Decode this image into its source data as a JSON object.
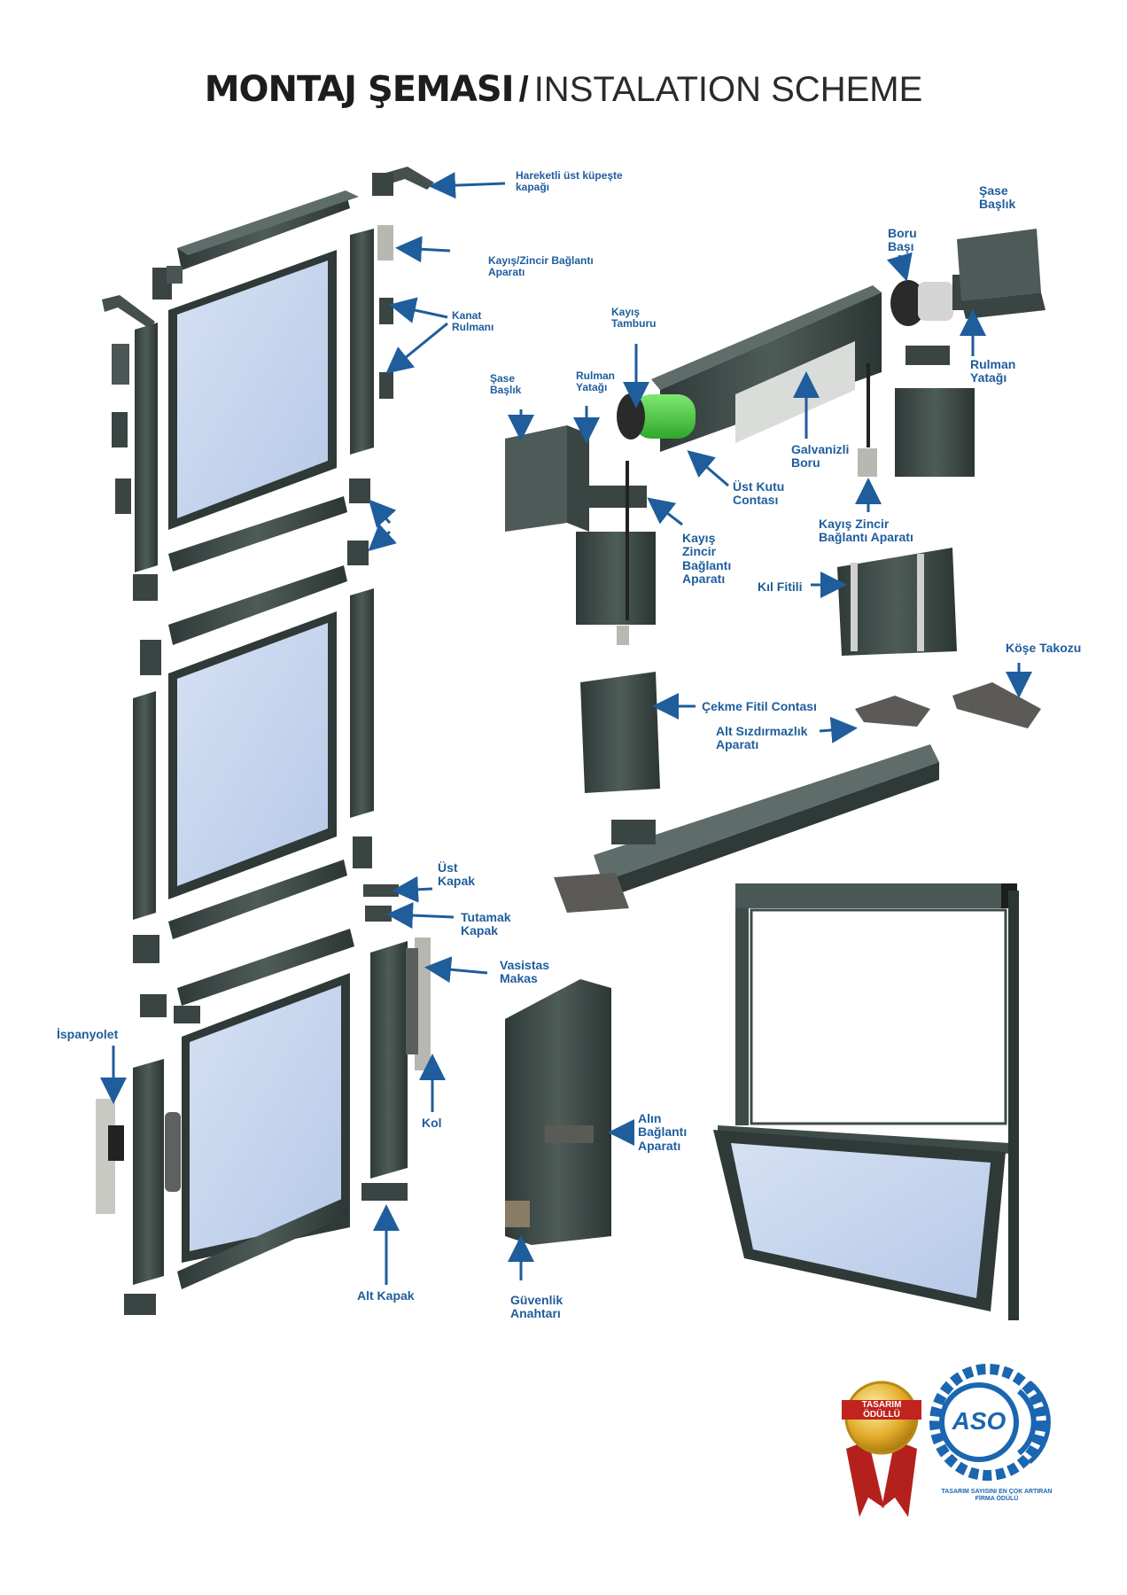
{
  "title": {
    "bold": "MONTAJ ŞEMASI",
    "separator": "/",
    "light": "INSTALATION SCHEME"
  },
  "labels": {
    "hareketli_ust_kupeste_kapagi": "Hareketli üst küpeşte\nkapağı",
    "kayis_zincir_baglanti_aparati_top": "Kayış/Zincir Bağlantı\nAparatı",
    "kanat_rulmani": "Kanat\nRulmanı",
    "kayis_tamburu": "Kayış\nTamburu",
    "rulman_yatagi_left": "Rulman\nYatağı",
    "sase_baslik_left": "Şase\nBaşlık",
    "sase_baslik_right": "Şase\nBaşlık",
    "boru_basi": "Boru\nBaşı",
    "rulman_yatagi_right": "Rulman\nYatağı",
    "galvanizli_boru": "Galvanizli\nBoru",
    "ust_kutu_contasi": "Üst Kutu\nContası",
    "kayis_zincir_baglanti_aparati_mid": "Kayış\nZincir\nBağlantı\nAparatı",
    "kayis_zincir_baglanti_aparati_right": "Kayış Zincir\nBağlantı Aparatı",
    "kil_fitili": "Kıl Fitili",
    "kose_takozu": "Köşe Takozu",
    "cekme_fitil_contasi": "Çekme Fitil Contası",
    "alt_sizdirmazlik_aparati": "Alt Sızdırmazlık\nAparatı",
    "ust_kapak": "Üst\nKapak",
    "tutamak_kapak": "Tutamak\nKapak",
    "vasistas_makas": "Vasistas\nMakas",
    "ispanyolet": "İspanyolet",
    "kol": "Kol",
    "alin_baglanti_aparati": "Alın\nBağlantı\nAparatı",
    "alt_kapak": "Alt Kapak",
    "guvenlik_anahtari": "Güvenlik\nAnahtarı"
  },
  "badges": {
    "award_text": "TASARIM\nÖDÜLLÜ",
    "aso_text": "ASO",
    "aso_ring_text": "TASARIM SAYISINI EN ÇOK ARTIRAN FİRMA ÖDÜLÜ"
  },
  "colors": {
    "profile": "#3e4b49",
    "profile_light": "#56645f",
    "glass": "#c9d8ef",
    "label": "#1f5d9c",
    "green_drum": "#56d34a",
    "gold": "#d9a520",
    "ribbon": "#b4201c",
    "aso_blue": "#1b66b1"
  }
}
